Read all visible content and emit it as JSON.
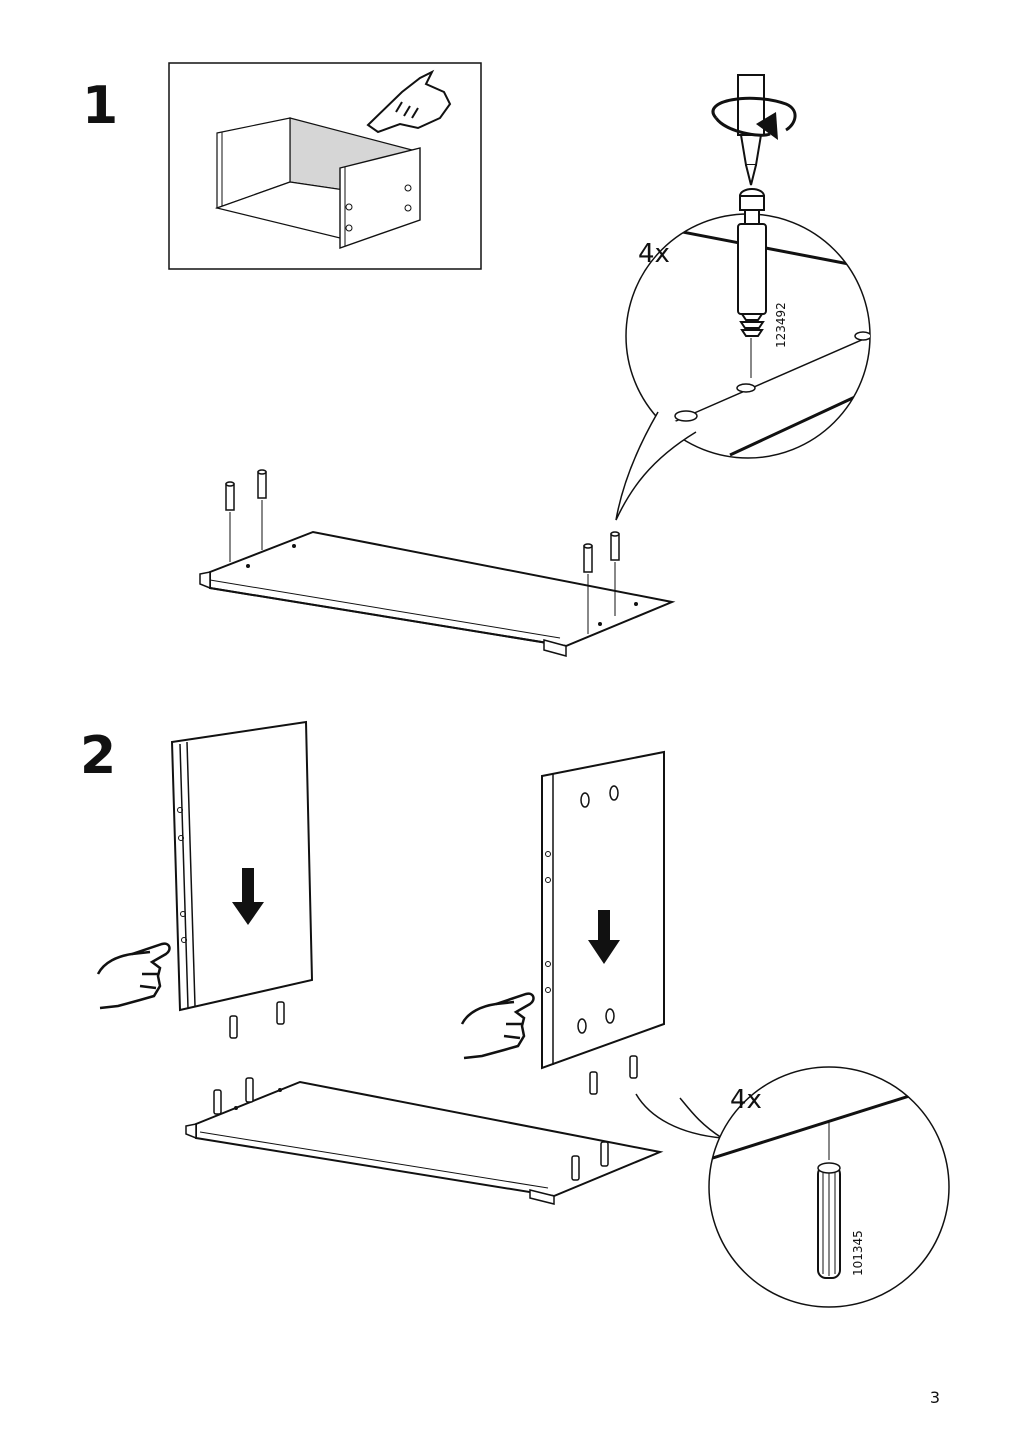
{
  "page": {
    "number": "3"
  },
  "steps": [
    {
      "number": "1",
      "detail": {
        "quantity": "4x",
        "part_number": "123492"
      }
    },
    {
      "number": "2",
      "detail": {
        "quantity": "4x",
        "part_number": "101345"
      }
    }
  ]
}
